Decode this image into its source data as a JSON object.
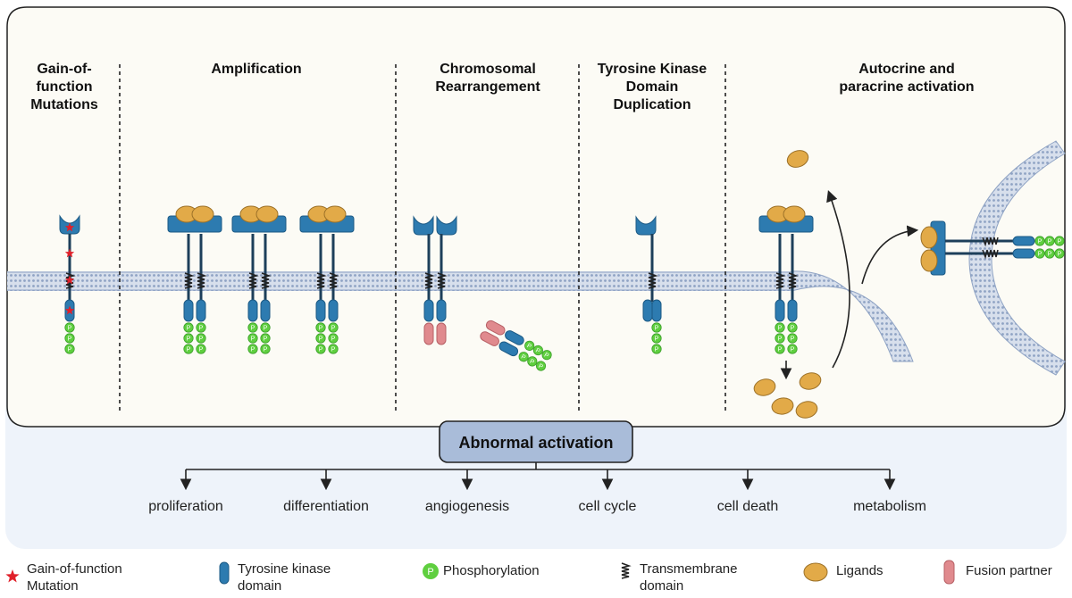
{
  "panels": [
    {
      "id": "gain",
      "title_lines": [
        "Gain-of-",
        "function",
        "Mutations"
      ]
    },
    {
      "id": "amp",
      "title_lines": [
        "Amplification"
      ]
    },
    {
      "id": "rearr",
      "title_lines": [
        "Chromosomal",
        "Rearrangement"
      ]
    },
    {
      "id": "tkd",
      "title_lines": [
        "Tyrosine Kinase",
        "Domain",
        "Duplication"
      ]
    },
    {
      "id": "auto",
      "title_lines": [
        "Autocrine and",
        "paracrine activation"
      ]
    }
  ],
  "central_box": {
    "label": "Abnormal activation"
  },
  "outcomes": [
    "proliferation",
    "differentiation",
    "angiogenesis",
    "cell cycle",
    "cell death",
    "metabolism"
  ],
  "phospho_symbol": "P",
  "legend": [
    {
      "icon": "star-icon",
      "lines": [
        "Gain-of-function",
        "Mutation"
      ]
    },
    {
      "icon": "kinase-domain-icon",
      "lines": [
        "Tyrosine kinase",
        "domain"
      ]
    },
    {
      "icon": "phosphorylation-icon",
      "lines": [
        "Phosphorylation"
      ]
    },
    {
      "icon": "transmembrane-icon",
      "lines": [
        "Transmembrane",
        "domain"
      ]
    },
    {
      "icon": "ligand-icon",
      "lines": [
        "Ligands"
      ]
    },
    {
      "icon": "fusion-partner-icon",
      "lines": [
        "Fusion partner"
      ]
    }
  ],
  "colors": {
    "panel_bg": "#fcfbf5",
    "bottom_bg": "#eef3fa",
    "membrane": "#c9d3e2",
    "kinase": "#2d7bb0",
    "kinase_dark": "#1c5a85",
    "phospho": "#5fcf3f",
    "ligand": "#e2aa48",
    "fusion": "#e08a8e",
    "star": "#e0202a",
    "box_fill": "#a9bcd9"
  }
}
